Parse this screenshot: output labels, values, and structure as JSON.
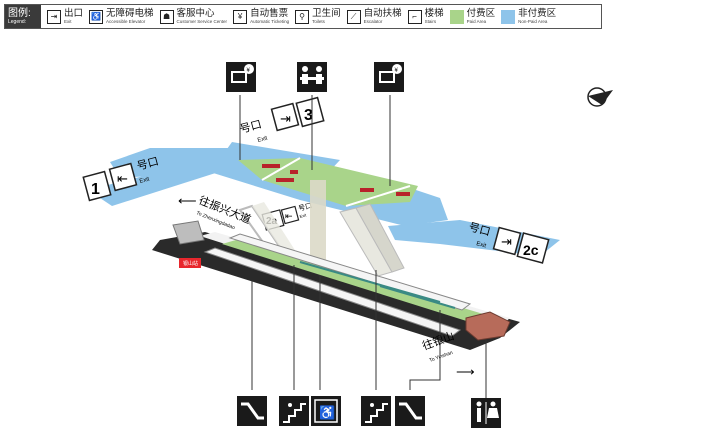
{
  "legend": {
    "title_zh": "图例:",
    "title_en": "Legend:",
    "items": [
      {
        "zh": "出口",
        "en": "Exit",
        "icon": "exit-icon"
      },
      {
        "zh": "无障碍电梯",
        "en": "Accessible Elevator",
        "icon": "elevator-icon"
      },
      {
        "zh": "客服中心",
        "en": "Customer Service Center",
        "icon": "service-center-icon"
      },
      {
        "zh": "自动售票",
        "en": "Automatic Ticketing",
        "icon": "ticketing-icon"
      },
      {
        "zh": "卫生间",
        "en": "Toilets",
        "icon": "toilet-icon"
      },
      {
        "zh": "自动扶梯",
        "en": "Escalator",
        "icon": "escalator-icon"
      },
      {
        "zh": "楼梯",
        "en": "Stairs",
        "icon": "stairs-icon"
      },
      {
        "zh": "付费区",
        "en": "Paid Area",
        "color": "#a9d48a"
      },
      {
        "zh": "非付费区",
        "en": "Non-Paid Area",
        "color": "#8ec4ea"
      }
    ]
  },
  "exits": {
    "exit1": {
      "num": "1",
      "zh": "号口",
      "en": "Exit"
    },
    "exit3": {
      "num": "3",
      "zh": "号口",
      "en": "Exit"
    },
    "exit2a": {
      "num": "2a",
      "zh": "号口",
      "en": "Exit"
    },
    "exit2c": {
      "num": "2c",
      "zh": "号口",
      "en": "Exit"
    }
  },
  "directions": {
    "west": {
      "zh": "往振兴大道",
      "en": "To Zhenxingdadao"
    },
    "east": {
      "zh": "往银山",
      "en": "To Yinshan"
    }
  },
  "station_sign": {
    "zh": "银山站",
    "en": "Yinshan"
  },
  "colors": {
    "paid": "#a9d48a",
    "nonpaid": "#8ec4ea",
    "platform": "#2a2a2a",
    "train": "#f2f2f2",
    "icon_bg": "#1a1a1a"
  }
}
